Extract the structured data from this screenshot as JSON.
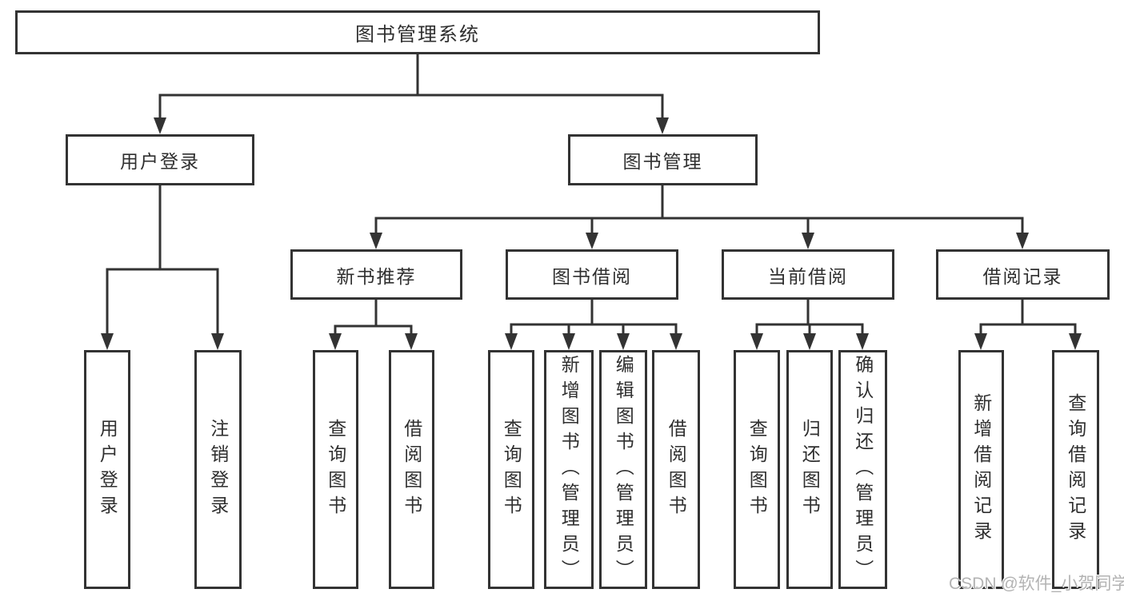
{
  "tree": {
    "label": "图书管理系统",
    "children": [
      {
        "label": "用户登录",
        "children": [
          {
            "label": "用户登录"
          },
          {
            "label": "注销登录"
          }
        ]
      },
      {
        "label": "图书管理",
        "children": [
          {
            "label": "新书推荐",
            "children": [
              {
                "label": "查询图书"
              },
              {
                "label": "借阅图书"
              }
            ]
          },
          {
            "label": "图书借阅",
            "children": [
              {
                "label": "查询图书"
              },
              {
                "label": "新增图书（管理员）"
              },
              {
                "label": "编辑图书（管理员）"
              },
              {
                "label": "借阅图书"
              }
            ]
          },
          {
            "label": "当前借阅",
            "children": [
              {
                "label": "查询图书"
              },
              {
                "label": "归还图书"
              },
              {
                "label": "确认归还（管理员）"
              }
            ]
          },
          {
            "label": "借阅记录",
            "children": [
              {
                "label": "新增借阅记录"
              },
              {
                "label": "查询借阅记录"
              }
            ]
          }
        ]
      }
    ]
  },
  "watermark": "CSDN @软件_小贺同学",
  "colors": {
    "line": "#333333",
    "text": "#2f2f2f",
    "watermark": "#b3b3b3",
    "background": "#ffffff"
  }
}
